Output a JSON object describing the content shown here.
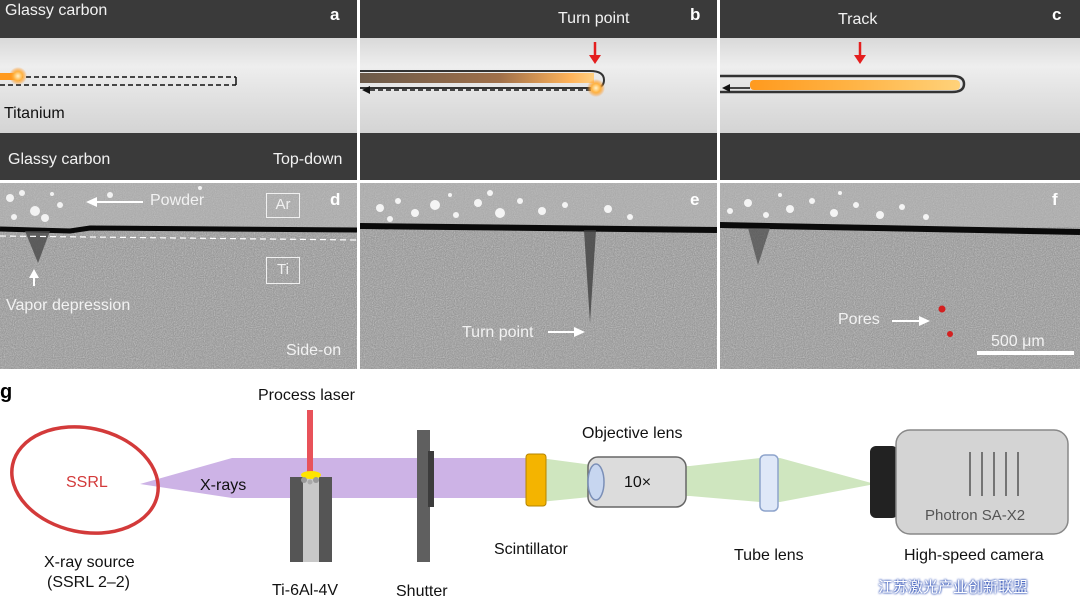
{
  "top_panels": {
    "a": {
      "letter": "a",
      "label_top": "Glassy carbon",
      "label_mid": "Titanium",
      "label_bottom": "Glassy carbon",
      "label_view": "Top-down"
    },
    "b": {
      "letter": "b",
      "annotation": "Turn point"
    },
    "c": {
      "letter": "c",
      "annotation": "Track"
    }
  },
  "bottom_panels": {
    "d": {
      "letter": "d",
      "powder": "Powder",
      "gas": "Ar",
      "metal": "Ti",
      "vapor": "Vapor depression",
      "view": "Side-on"
    },
    "e": {
      "letter": "e",
      "annotation": "Turn point"
    },
    "f": {
      "letter": "f",
      "pores": "Pores",
      "scalebar": "500 μm"
    }
  },
  "setup": {
    "letter": "g",
    "source_ring": "SSRL",
    "xrays": "X-rays",
    "laser": "Process laser",
    "source_line1": "X-ray source",
    "source_line2": "(SSRL 2–2)",
    "sample": "Ti-6Al-4V",
    "shutter": "Shutter",
    "scintillator": "Scintillator",
    "objective": "Objective lens",
    "magnification": "10×",
    "tube_lens": "Tube lens",
    "camera_model": "Photron SA-X2",
    "camera_label": "High-speed camera"
  },
  "watermark": "江苏激光产业创新联盟",
  "colors": {
    "beam": "#cdb3e6",
    "green_beam": "#cfe6bf",
    "ring": "#d33a3a",
    "laser": "#e8525a",
    "melt": "#ff9a1e",
    "arrow_red": "#e41e1e",
    "scintillator": "#f4b400"
  }
}
